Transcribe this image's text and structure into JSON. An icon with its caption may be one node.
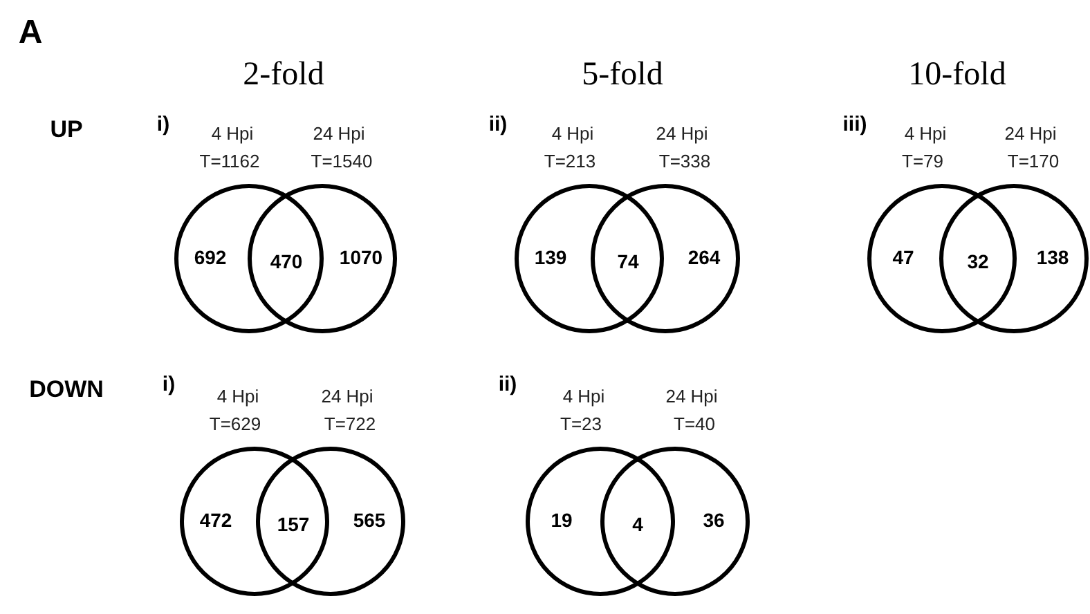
{
  "diagram": {
    "nodes": [
      {
        "text": [
          "4 Hpi",
          "T=1162",
          "692"
        ]
      },
      {
        "text": [
          "24 Hpi",
          "T=1540",
          "1070"
        ]
      },
      {
        "text": [
          "4 Hpi",
          "T=213",
          "139"
        ]
      },
      {
        "text": [
          "24 Hpi",
          "T=338",
          "264"
        ]
      },
      {
        "text": [
          "4 Hpi",
          "T=79",
          "47"
        ]
      },
      {
        "text": [
          "24 Hpi",
          "T=170",
          "138"
        ]
      },
      {
        "text": [
          "4 Hpi",
          "T=629",
          "472"
        ]
      },
      {
        "text": [
          "24 Hpi",
          "T=722",
          "565"
        ]
      },
      {
        "text": [
          "4 Hpi",
          "T=23",
          "19"
        ]
      },
      {
        "text": [
          "24 Hpi",
          "T=40",
          "36"
        ]
      }
    ],
    "labels": [
      "A",
      "2-fold",
      "5-fold",
      "10-fold",
      "UP",
      "i)",
      "470",
      "ii)",
      "74",
      "iii)",
      "32",
      "DOWN",
      "i)",
      "157",
      "ii)",
      "4"
    ]
  }
}
